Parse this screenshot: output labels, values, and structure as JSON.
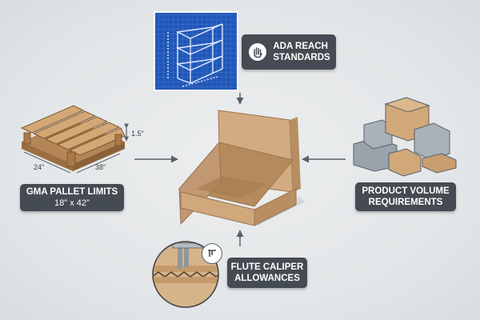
{
  "ada": {
    "line1": "ADA REACH",
    "line2": "STANDARDS",
    "icon": "hand-icon"
  },
  "pallet": {
    "title": "GMA PALLET LIMITS",
    "size": "18\" x 42\"",
    "dim_height": "1.5\"",
    "dim_width": "24\"",
    "dim_length": "38\""
  },
  "product": {
    "line1": "PRODUCT VOLUME",
    "line2": "REQUIREMENTS"
  },
  "flute": {
    "line1": "FLUTE CALIPER",
    "line2": "ALLOWANCES",
    "icon": "caliper-icon"
  },
  "colors": {
    "label_bg": "#454b52",
    "label_text": "#ffffff",
    "blueprint": "#2157b8",
    "cardboard": "#c9a47a",
    "wood": "#c99d6b",
    "arrow": "#5a6068"
  }
}
